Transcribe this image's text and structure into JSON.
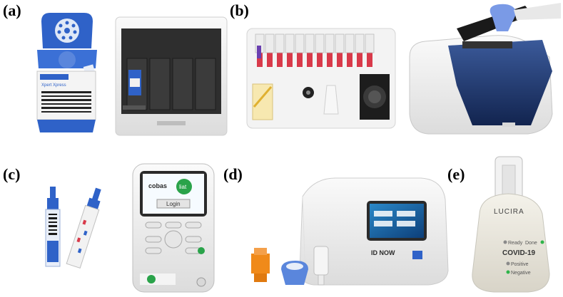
{
  "panels": {
    "a": {
      "label": "(a)"
    },
    "b": {
      "label": "(b)"
    },
    "c": {
      "label": "(c)"
    },
    "d": {
      "label": "(d)"
    },
    "e": {
      "label": "(e)"
    }
  },
  "device_text": {
    "cobas_screen_brand": "cobas",
    "cobas_screen_suffix": "liat",
    "cobas_login": "Login",
    "idnow_brand": "ID NOW",
    "lucira_brand": "LUCIRA",
    "lucira_ready": "Ready",
    "lucira_done": "Done",
    "lucira_covid": "COVID-19",
    "lucira_positive": "Positive",
    "lucira_negative": "Negative",
    "xpert_brand": "Xpert Xpress"
  },
  "colors": {
    "cepheid_blue": "#2f62c8",
    "cartridge_red": "#d83a4a",
    "idnow_orange": "#f08a1a",
    "lucira_green": "#2fb44a",
    "cobas_green": "#2aa34a"
  }
}
